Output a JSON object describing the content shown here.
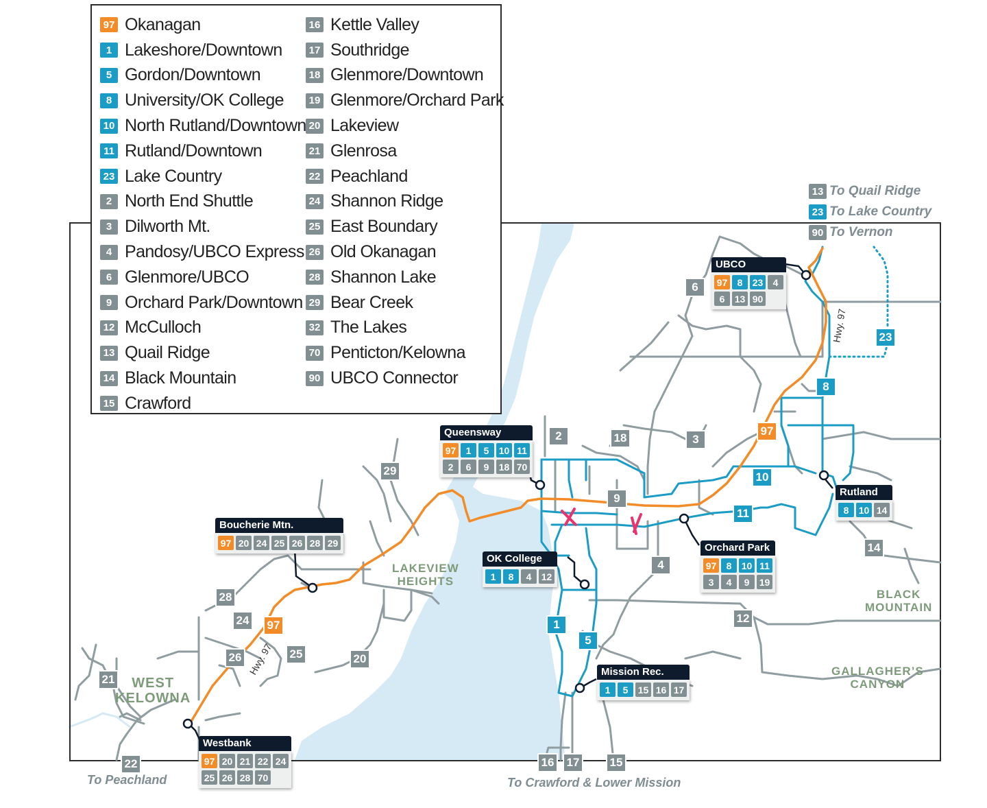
{
  "legend": {
    "column1": [
      {
        "route": "97",
        "name": "Okanagan",
        "color": "orange"
      },
      {
        "route": "1",
        "name": "Lakeshore/Downtown",
        "color": "blue"
      },
      {
        "route": "5",
        "name": "Gordon/Downtown",
        "color": "blue"
      },
      {
        "route": "8",
        "name": "University/OK College",
        "color": "blue"
      },
      {
        "route": "10",
        "name": "North Rutland/Downtown",
        "color": "blue"
      },
      {
        "route": "11",
        "name": "Rutland/Downtown",
        "color": "blue"
      },
      {
        "route": "23",
        "name": "Lake Country",
        "color": "blue"
      },
      {
        "route": "2",
        "name": "North End Shuttle",
        "color": "gray"
      },
      {
        "route": "3",
        "name": "Dilworth Mt.",
        "color": "gray"
      },
      {
        "route": "4",
        "name": "Pandosy/UBCO Express",
        "color": "gray"
      },
      {
        "route": "6",
        "name": "Glenmore/UBCO",
        "color": "gray"
      },
      {
        "route": "9",
        "name": "Orchard Park/Downtown",
        "color": "gray"
      },
      {
        "route": "12",
        "name": "McCulloch",
        "color": "gray"
      },
      {
        "route": "13",
        "name": "Quail Ridge",
        "color": "gray"
      },
      {
        "route": "14",
        "name": "Black Mountain",
        "color": "gray"
      },
      {
        "route": "15",
        "name": "Crawford",
        "color": "gray"
      }
    ],
    "column2": [
      {
        "route": "16",
        "name": "Kettle Valley",
        "color": "gray"
      },
      {
        "route": "17",
        "name": "Southridge",
        "color": "gray"
      },
      {
        "route": "18",
        "name": "Glenmore/Downtown",
        "color": "gray"
      },
      {
        "route": "19",
        "name": "Glenmore/Orchard Park",
        "color": "gray"
      },
      {
        "route": "20",
        "name": "Lakeview",
        "color": "gray"
      },
      {
        "route": "21",
        "name": "Glenrosa",
        "color": "gray"
      },
      {
        "route": "22",
        "name": "Peachland",
        "color": "gray"
      },
      {
        "route": "24",
        "name": "Shannon Ridge",
        "color": "gray"
      },
      {
        "route": "25",
        "name": "East Boundary",
        "color": "gray"
      },
      {
        "route": "26",
        "name": "Old Okanagan",
        "color": "gray"
      },
      {
        "route": "28",
        "name": "Shannon Lake",
        "color": "gray"
      },
      {
        "route": "29",
        "name": "Bear Creek",
        "color": "gray"
      },
      {
        "route": "32",
        "name": "The Lakes",
        "color": "gray"
      },
      {
        "route": "70",
        "name": "Penticton/Kelowna",
        "color": "gray"
      },
      {
        "route": "90",
        "name": "UBCO Connector",
        "color": "gray"
      }
    ]
  },
  "stations": [
    {
      "id": "ubco",
      "name": "UBCO",
      "rows": [
        [
          [
            "97",
            "orange"
          ],
          [
            "8",
            "blue"
          ],
          [
            "23",
            "blue"
          ],
          [
            "4",
            "gray"
          ]
        ],
        [
          [
            "6",
            "gray"
          ],
          [
            "13",
            "gray"
          ],
          [
            "90",
            "gray"
          ]
        ]
      ]
    },
    {
      "id": "queensway",
      "name": "Queensway",
      "rows": [
        [
          [
            "97",
            "orange"
          ],
          [
            "1",
            "blue"
          ],
          [
            "5",
            "blue"
          ],
          [
            "10",
            "blue"
          ],
          [
            "11",
            "blue"
          ]
        ],
        [
          [
            "2",
            "gray"
          ],
          [
            "6",
            "gray"
          ],
          [
            "9",
            "gray"
          ],
          [
            "18",
            "gray"
          ],
          [
            "70",
            "gray"
          ]
        ]
      ]
    },
    {
      "id": "boucherie",
      "name": "Boucherie Mtn.",
      "rows": [
        [
          [
            "97",
            "orange"
          ],
          [
            "20",
            "gray"
          ],
          [
            "24",
            "gray"
          ],
          [
            "25",
            "gray"
          ],
          [
            "26",
            "gray"
          ],
          [
            "28",
            "gray"
          ],
          [
            "29",
            "gray"
          ]
        ]
      ]
    },
    {
      "id": "okcollege",
      "name": "OK College",
      "rows": [
        [
          [
            "1",
            "blue"
          ],
          [
            "8",
            "blue"
          ],
          [
            "4",
            "gray"
          ],
          [
            "12",
            "gray"
          ]
        ]
      ]
    },
    {
      "id": "rutland",
      "name": "Rutland",
      "rows": [
        [
          [
            "8",
            "blue"
          ],
          [
            "10",
            "blue"
          ],
          [
            "14",
            "gray"
          ]
        ]
      ]
    },
    {
      "id": "orchardpark",
      "name": "Orchard Park",
      "rows": [
        [
          [
            "97",
            "orange"
          ],
          [
            "8",
            "blue"
          ],
          [
            "10",
            "blue"
          ],
          [
            "11",
            "blue"
          ]
        ],
        [
          [
            "3",
            "gray"
          ],
          [
            "4",
            "gray"
          ],
          [
            "9",
            "gray"
          ],
          [
            "19",
            "gray"
          ]
        ]
      ]
    },
    {
      "id": "missionrec",
      "name": "Mission Rec.",
      "rows": [
        [
          [
            "1",
            "blue"
          ],
          [
            "5",
            "blue"
          ],
          [
            "15",
            "gray"
          ],
          [
            "16",
            "gray"
          ],
          [
            "17",
            "gray"
          ]
        ]
      ]
    },
    {
      "id": "westbank",
      "name": "Westbank",
      "rows": [
        [
          [
            "97",
            "orange"
          ],
          [
            "20",
            "gray"
          ],
          [
            "21",
            "gray"
          ],
          [
            "22",
            "gray"
          ],
          [
            "24",
            "gray"
          ]
        ],
        [
          [
            "25",
            "gray"
          ],
          [
            "26",
            "gray"
          ],
          [
            "28",
            "gray"
          ],
          [
            "70",
            "gray"
          ]
        ]
      ]
    }
  ],
  "external": [
    {
      "route": "13",
      "text": "To Quail Ridge",
      "color": "gray"
    },
    {
      "route": "23",
      "text": "To Lake Country",
      "color": "blue"
    },
    {
      "route": "90",
      "text": "To Vernon",
      "color": "gray"
    }
  ],
  "destinations": {
    "peachland": "To Peachland",
    "crawford": "To Crawford & Lower Mission"
  },
  "areas": {
    "west_kelowna": [
      "WEST",
      "KELOWNA"
    ],
    "lakeview_heights": [
      "LAKEVIEW",
      "HEIGHTS"
    ],
    "black_mountain": [
      "BLACK",
      "MOUNTAIN"
    ],
    "gallaghers_canyon": [
      "GALLAGHER’S",
      "CANYON"
    ]
  },
  "map_labels": {
    "hwy97_north": "Hwy. 97",
    "hwy97_west": "Hwy. 97"
  },
  "route_markers": [
    {
      "route": "97",
      "color": "orange"
    },
    {
      "route": "97",
      "color": "orange"
    },
    {
      "route": "97",
      "color": "orange"
    },
    {
      "route": "1",
      "color": "blue"
    },
    {
      "route": "5",
      "color": "blue"
    },
    {
      "route": "8",
      "color": "blue"
    },
    {
      "route": "10",
      "color": "blue"
    },
    {
      "route": "11",
      "color": "blue"
    },
    {
      "route": "23",
      "color": "blue"
    },
    {
      "route": "2",
      "color": "gray"
    },
    {
      "route": "3",
      "color": "gray"
    },
    {
      "route": "4",
      "color": "gray"
    },
    {
      "route": "6",
      "color": "gray"
    },
    {
      "route": "9",
      "color": "gray"
    },
    {
      "route": "12",
      "color": "gray"
    },
    {
      "route": "14",
      "color": "gray"
    },
    {
      "route": "18",
      "color": "gray"
    },
    {
      "route": "20",
      "color": "gray"
    },
    {
      "route": "21",
      "color": "gray"
    },
    {
      "route": "22",
      "color": "gray"
    },
    {
      "route": "24",
      "color": "gray"
    },
    {
      "route": "25",
      "color": "gray"
    },
    {
      "route": "26",
      "color": "gray"
    },
    {
      "route": "28",
      "color": "gray"
    },
    {
      "route": "29",
      "color": "gray"
    },
    {
      "route": "16",
      "color": "gray"
    },
    {
      "route": "17",
      "color": "gray"
    },
    {
      "route": "15",
      "color": "gray"
    }
  ],
  "colors": {
    "orange": "#f28c28",
    "blue": "#1a9cc4",
    "gray": "#828f92",
    "lake": "#d6eaf5",
    "road": "#8f9ca0",
    "dark": "#0e1b2c",
    "closure": "#e8336d",
    "area": "#7d9b79"
  }
}
